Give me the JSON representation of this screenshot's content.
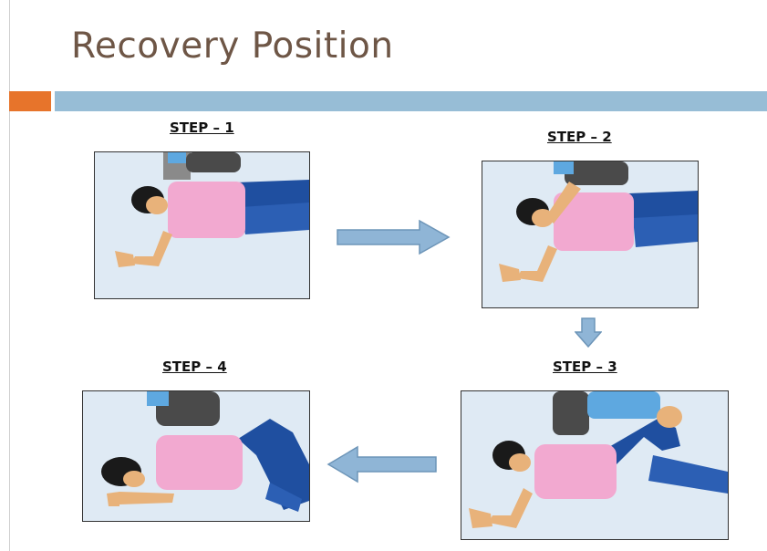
{
  "title": "Recovery Position",
  "steps": [
    {
      "label": "STEP – 1"
    },
    {
      "label": "STEP – 2"
    },
    {
      "label": "STEP – 3"
    },
    {
      "label": "STEP – 4"
    }
  ],
  "colors": {
    "title": "#6e5646",
    "accent_orange": "#e7742b",
    "accent_blue": "#97bdd6",
    "panel_bg": "#dfeaf4",
    "arrow_fill": "#8fb5d6"
  },
  "icons": [
    "arrow-right-icon",
    "arrow-down-icon",
    "arrow-left-icon"
  ]
}
